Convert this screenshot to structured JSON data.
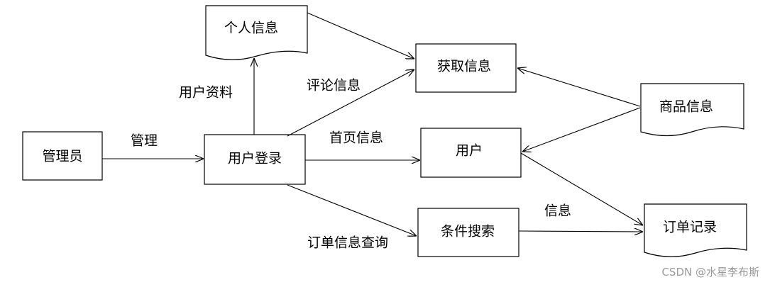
{
  "nodes": {
    "admin": "管理员",
    "user_login": "用户登录",
    "personal_info": "个人信息",
    "get_info": "获取信息",
    "user": "用户",
    "product_info": "商品信息",
    "conditional_search": "条件搜索",
    "order_record": "订单记录"
  },
  "edges": {
    "manage": "管理",
    "user_profile": "用户资料",
    "comment_info": "评论信息",
    "homepage_info": "首页信息",
    "order_info_query": "订单信息查询",
    "info": "信息"
  },
  "watermark": "CSDN @水星李布斯",
  "colors": {
    "stroke": "#000000",
    "text": "#000000",
    "watermark": "#9a9a9a"
  }
}
